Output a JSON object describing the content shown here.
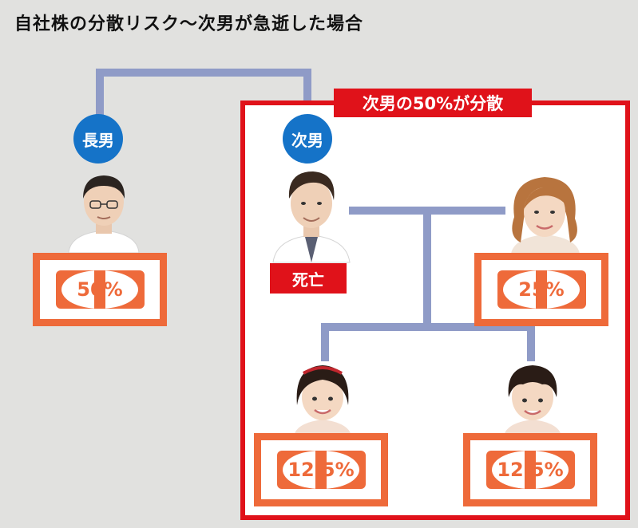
{
  "title": "自社株の分散リスク〜次男が急逝した場合",
  "group_label": "次男の50%が分散",
  "eldest": {
    "label": "長男",
    "share": "50%"
  },
  "second": {
    "label": "次男",
    "status": "死亡"
  },
  "wife": {
    "share": "25%"
  },
  "daughter": {
    "share": "12.5%"
  },
  "son": {
    "share": "12.5%"
  },
  "colors": {
    "accent_red": "#e0121a",
    "share_orange": "#ee6a3a",
    "label_blue": "#1573c8",
    "connector": "#8f9bc7"
  }
}
